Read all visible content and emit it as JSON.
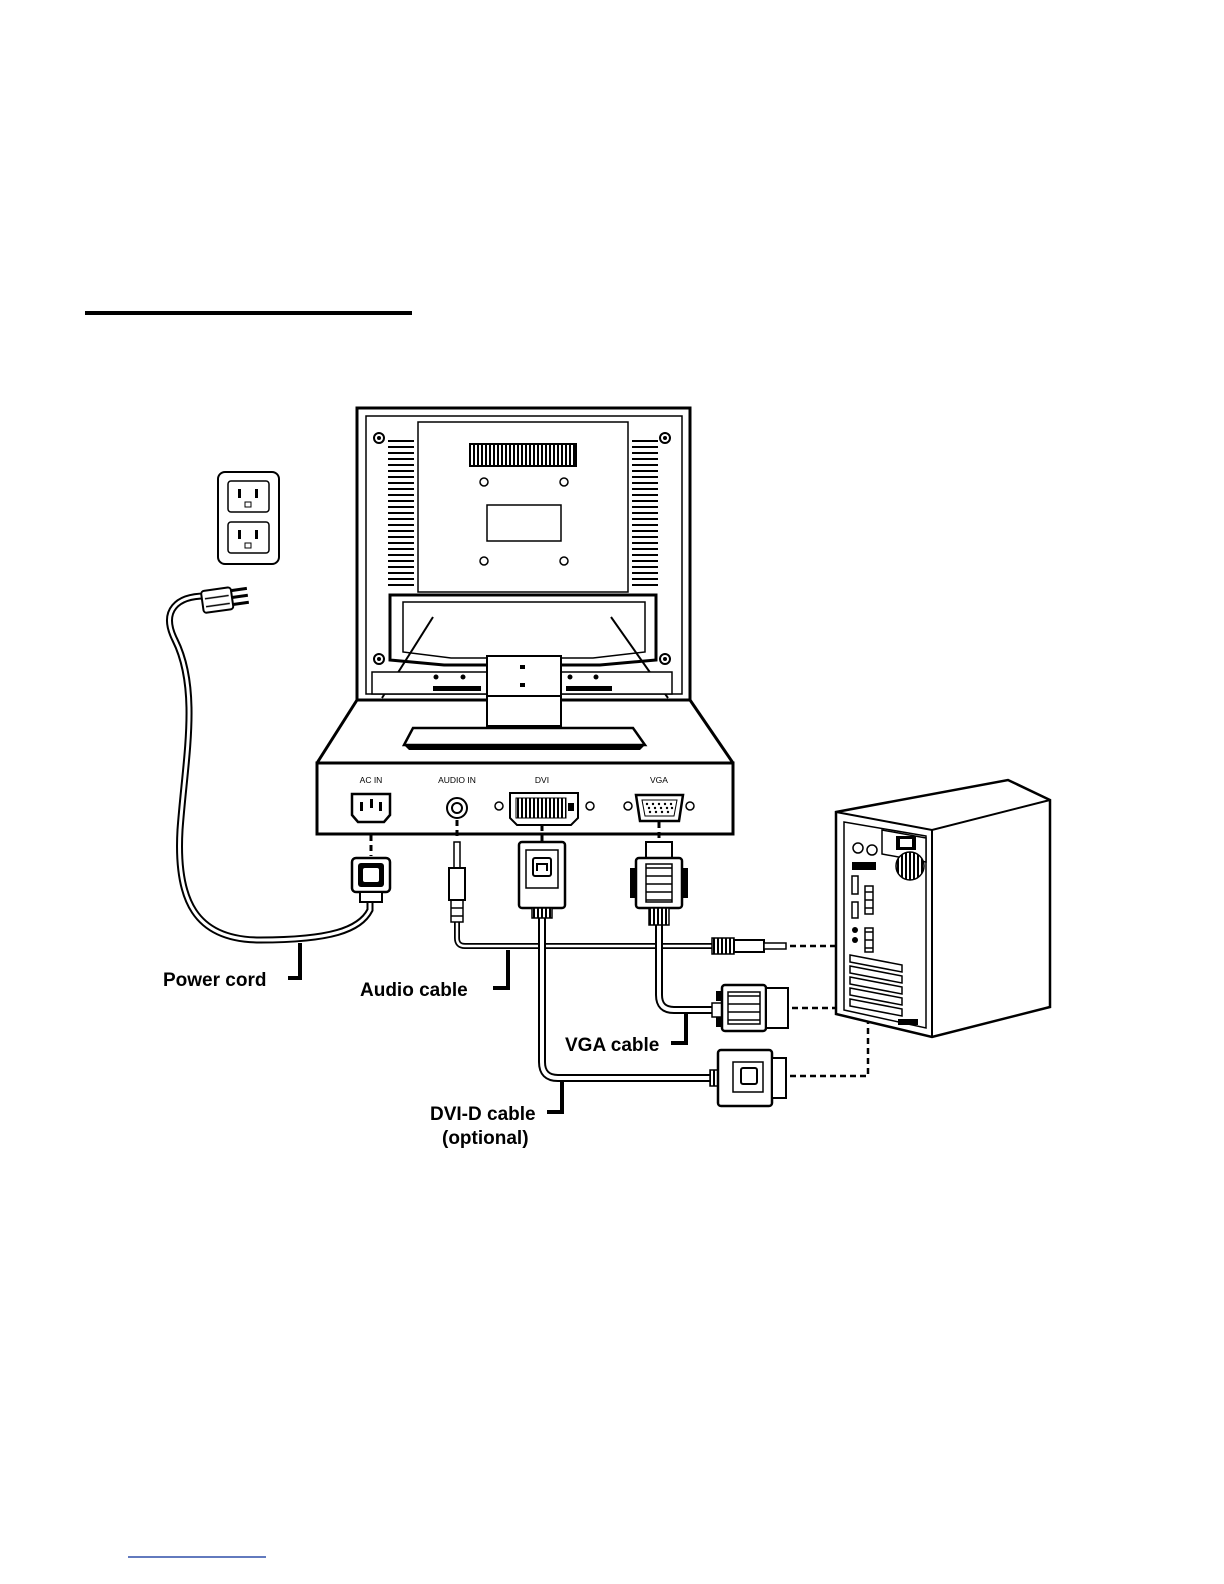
{
  "colors": {
    "ink": "#000000",
    "paper": "#ffffff",
    "cable": "#ffffff"
  },
  "port_labels": {
    "ac_in": "AC IN",
    "audio_in": "AUDIO IN",
    "dvi": "DVI",
    "vga": "VGA"
  },
  "callouts": {
    "power_cord": "Power cord",
    "audio_cable": "Audio cable",
    "vga_cable": "VGA cable",
    "dvi_cable_line1": "DVI-D cable",
    "dvi_cable_line2": "(optional)"
  },
  "icons": [
    "wall-outlet-icon",
    "power-plug-icon",
    "monitor-back-icon",
    "computer-tower-icon",
    "audio-jack-icon",
    "dvi-connector-icon",
    "vga-connector-icon"
  ]
}
